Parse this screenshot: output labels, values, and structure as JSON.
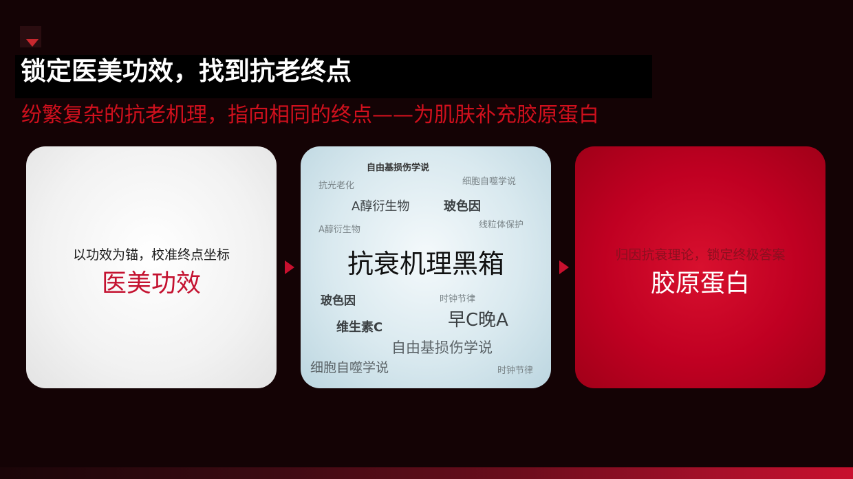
{
  "header": {
    "title": "锁定医美功效，找到抗老终点",
    "subtitle": "纷繁复杂的抗老机理，指向相同的终点——为肌肤补充胶原蛋白"
  },
  "cards": {
    "left": {
      "caption": "以功效为锚，校准终点坐标",
      "main": "医美功效"
    },
    "middle": {
      "main": "抗衰机理黑箱",
      "cloud": [
        "自由基损伤学说",
        "抗光老化",
        "细胞自噬学说",
        "A醇衍生物",
        "玻色因",
        "A醇衍生物",
        "线粒体保护",
        "玻色因",
        "时钟节律",
        "早C晚A",
        "维生素C",
        "自由基损伤学说",
        "细胞自噬学说",
        "时钟节律"
      ]
    },
    "right": {
      "caption": "归因抗衰理论，锁定终极答案",
      "main": "胶原蛋白"
    }
  },
  "colors": {
    "background": "#140305",
    "accent_red": "#d0101d",
    "card_right": "#c00022"
  },
  "icons": {
    "logo": "triangle-down-icon",
    "arrow": "play-arrow-icon"
  }
}
